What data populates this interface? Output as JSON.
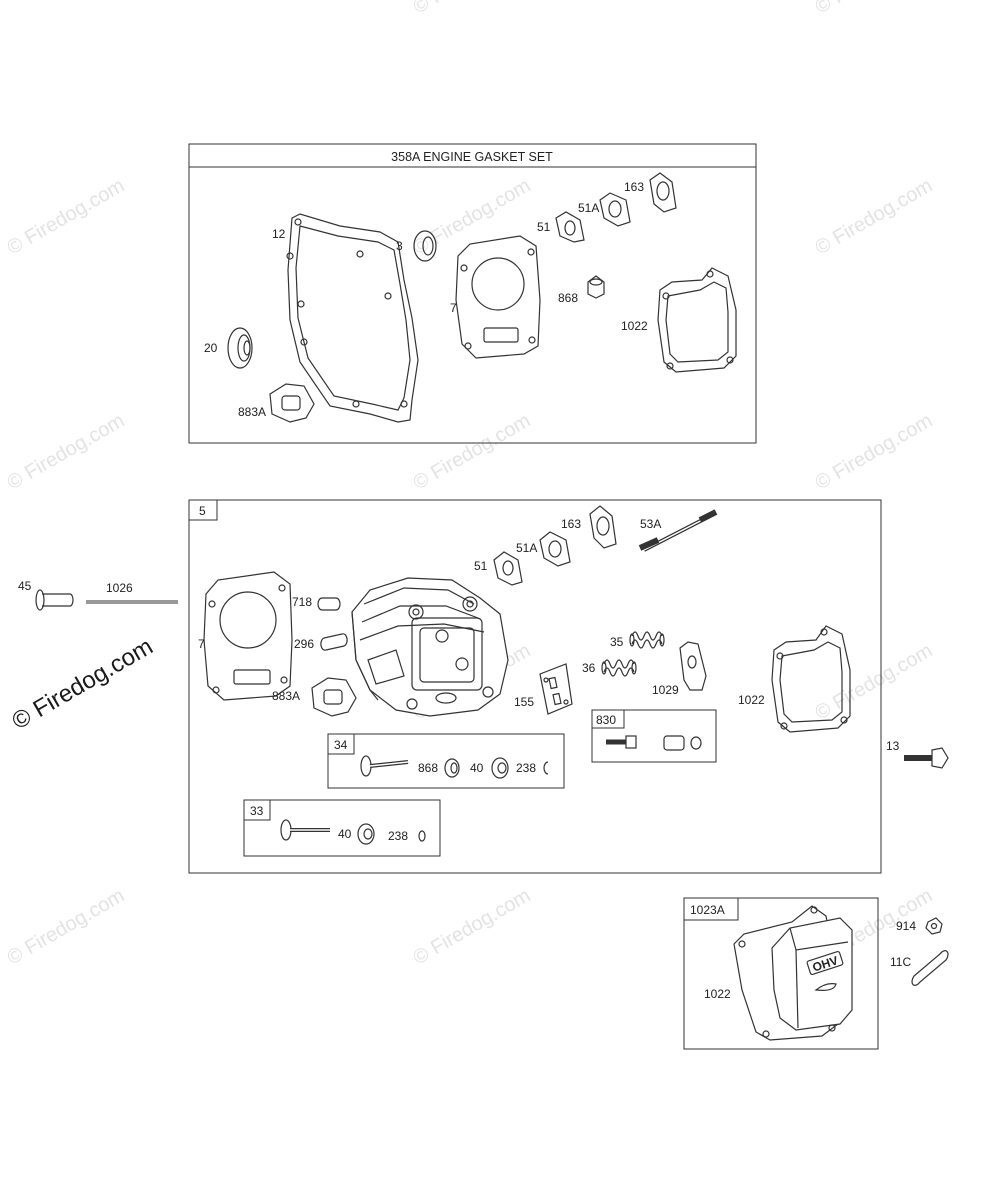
{
  "watermark": {
    "text": "© Firedog.com",
    "color": "#e3e3e3",
    "big_color": "#1a1a1a"
  },
  "gasket_set": {
    "title": "358A ENGINE GASKET SET",
    "labels": {
      "p12": "12",
      "p3": "3",
      "p51": "51",
      "p51a": "51A",
      "p163": "163",
      "p7": "7",
      "p868": "868",
      "p1022": "1022",
      "p20": "20",
      "p883a": "883A"
    }
  },
  "cylinder_head": {
    "id": "5",
    "labels": {
      "p163": "163",
      "p53a": "53A",
      "p51a": "51A",
      "p51": "51",
      "p718": "718",
      "p296": "296",
      "p7": "7",
      "p883a": "883A",
      "p35": "35",
      "p36": "36",
      "p1029": "1029",
      "p155": "155",
      "p1022": "1022"
    },
    "sub_830": {
      "id": "830"
    },
    "sub_34": {
      "id": "34",
      "labels": {
        "p868": "868",
        "p40": "40",
        "p238": "238"
      }
    },
    "sub_33": {
      "id": "33",
      "labels": {
        "p40": "40",
        "p238": "238"
      }
    }
  },
  "outside": {
    "p45": "45",
    "p1026": "1026",
    "p13": "13",
    "p914": "914",
    "p11c": "11C"
  },
  "valve_cover": {
    "id": "1023A",
    "labels": {
      "p1022": "1022"
    },
    "cover_text": "OHV"
  }
}
